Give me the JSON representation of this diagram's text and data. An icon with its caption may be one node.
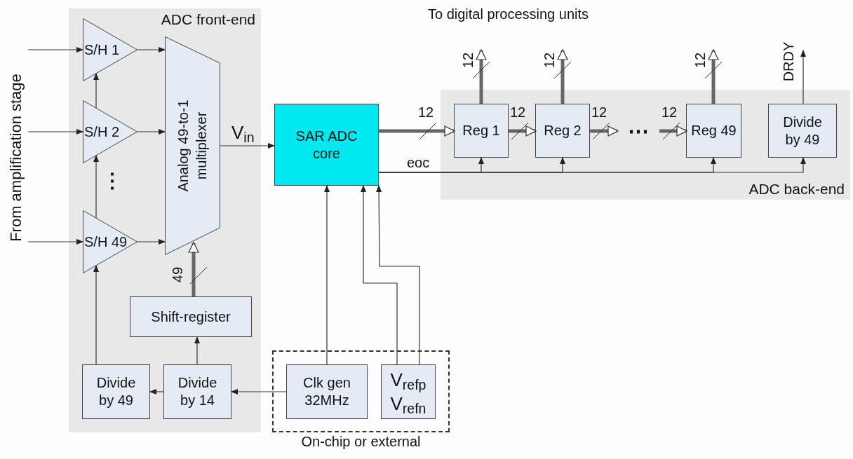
{
  "diagram": {
    "nodes": [
      {
        "text": [
          "ADC front-end"
        ]
      },
      {
        "text": [
          "S/H 1"
        ],
        "in": 0
      },
      {
        "text": [
          "S/H 2"
        ],
        "in": 0
      },
      {
        "text": [
          "S/H 49"
        ],
        "in": 0
      },
      {
        "text": [
          "Analog 49-to-1 multiplexer"
        ],
        "in": 0
      },
      {
        "text": [
          "Shift-register"
        ],
        "in": 0
      },
      {
        "text": [
          "Divide by 49"
        ],
        "in": 0
      },
      {
        "text": [
          "Divide by 14"
        ],
        "in": 0
      },
      {
        "text": [
          "SAR ADC core"
        ]
      },
      {
        "text": [
          "ADC back-end"
        ]
      },
      {
        "text": [
          "Reg 1"
        ],
        "in": 9
      },
      {
        "text": [
          "Reg 2"
        ],
        "in": 9
      },
      {
        "text": [
          "Reg 49"
        ],
        "in": 9
      },
      {
        "text": [
          "Divide by 49"
        ],
        "in": 9
      },
      {
        "text": [
          "On-chip or external"
        ]
      },
      {
        "text": [
          "Clk gen 32MHz"
        ],
        "in": 14
      },
      {
        "text": [
          "V$_{refp}$",
          "V$_{refn}$"
        ],
        "in": 14
      },
      {
        "text": [
          "From amplification stage"
        ]
      },
      {
        "text": [
          "⋯"
        ],
        "in": 9
      }
    ],
    "edges": [
      {
        "from": 17,
        "to": 1,
        "arrow": "to"
      },
      {
        "from": 17,
        "to": 2,
        "arrow": "to"
      },
      {
        "from": 17,
        "to": 3,
        "arrow": "to"
      },
      {
        "from": 1,
        "to": 4,
        "arrow": "to"
      },
      {
        "from": 2,
        "to": 4,
        "arrow": "to"
      },
      {
        "from": 3,
        "to": 4,
        "arrow": "to"
      },
      {
        "from": 2,
        "to": 1,
        "arrow": "to"
      },
      {
        "from": 3,
        "to": 2,
        "arrow": "to"
      },
      {
        "from": 6,
        "to": 3,
        "arrow": "to"
      },
      {
        "from": 7,
        "to": 6,
        "arrow": "to"
      },
      {
        "from": 7,
        "to": 5,
        "arrow": "to"
      },
      {
        "from": 15,
        "to": 7,
        "arrow": "to"
      },
      {
        "from": 5,
        "to": 4,
        "arrow": "to",
        "label": "49",
        "style": "thick"
      },
      {
        "from": 4,
        "to": 8,
        "arrow": "to",
        "label": "V$_{in}$"
      },
      {
        "from": 15,
        "to": 8,
        "arrow": "to"
      },
      {
        "from": 16,
        "to": 8,
        "arrow": "to"
      },
      {
        "from": 16,
        "to": 8,
        "arrow": "to"
      },
      {
        "from": 8,
        "to": 10,
        "arrow": "to",
        "label": "12",
        "style": "thick"
      },
      {
        "from": 10,
        "to": 11,
        "arrow": "to",
        "label": "12",
        "style": "thick"
      },
      {
        "from": 11,
        "to": 18,
        "arrow": "to",
        "label": "12",
        "style": "thick"
      },
      {
        "from": 18,
        "to": 12,
        "arrow": "to",
        "label": "12",
        "style": "thick"
      },
      {
        "from": 10,
        "to": null,
        "arrow": "to",
        "label": "12",
        "style": "thick"
      },
      {
        "from": 11,
        "to": null,
        "arrow": "to",
        "label": "12",
        "style": "thick"
      },
      {
        "from": 12,
        "to": null,
        "arrow": "to",
        "label": "12",
        "style": "thick"
      },
      {
        "from": 13,
        "to": null,
        "arrow": "to",
        "label": "DRDY"
      },
      {
        "from": 8,
        "to": 10,
        "arrow": "to",
        "label": "eoc"
      },
      {
        "from": 8,
        "to": 11,
        "arrow": "to"
      },
      {
        "from": 8,
        "to": 12,
        "arrow": "to"
      },
      {
        "from": 8,
        "to": 13,
        "arrow": "to"
      }
    ],
    "labels": [
      "⋮",
      "To digital processing units"
    ]
  }
}
